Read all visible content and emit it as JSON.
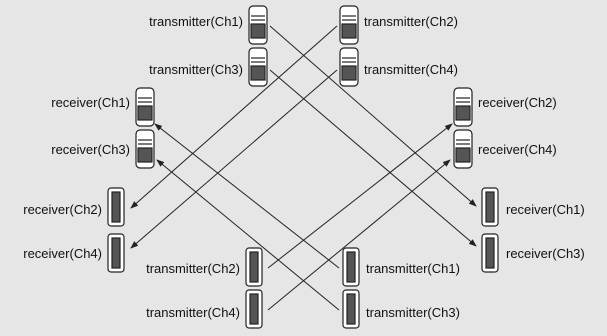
{
  "diagram": {
    "labels": {
      "t1_top": "transmitter(Ch1)",
      "t2_top": "transmitter(Ch2)",
      "t3_top": "transmitter(Ch3)",
      "t4_top": "transmitter(Ch4)",
      "r1_left": "receiver(Ch1)",
      "r3_left": "receiver(Ch3)",
      "r2_right": "receiver(Ch2)",
      "r4_right": "receiver(Ch4)",
      "r2_low": "receiver(Ch2)",
      "r4_low": "receiver(Ch4)",
      "r1_low": "receiver(Ch1)",
      "r3_low": "receiver(Ch3)",
      "t2_bottom": "transmitter(Ch2)",
      "t4_bottom": "transmitter(Ch4)",
      "t1_bottom": "transmitter(Ch1)",
      "t3_bottom": "transmitter(Ch3)"
    },
    "colors": {
      "background": "#e6e6e6",
      "line": "#222222",
      "device_fill": "#ffffff"
    }
  }
}
